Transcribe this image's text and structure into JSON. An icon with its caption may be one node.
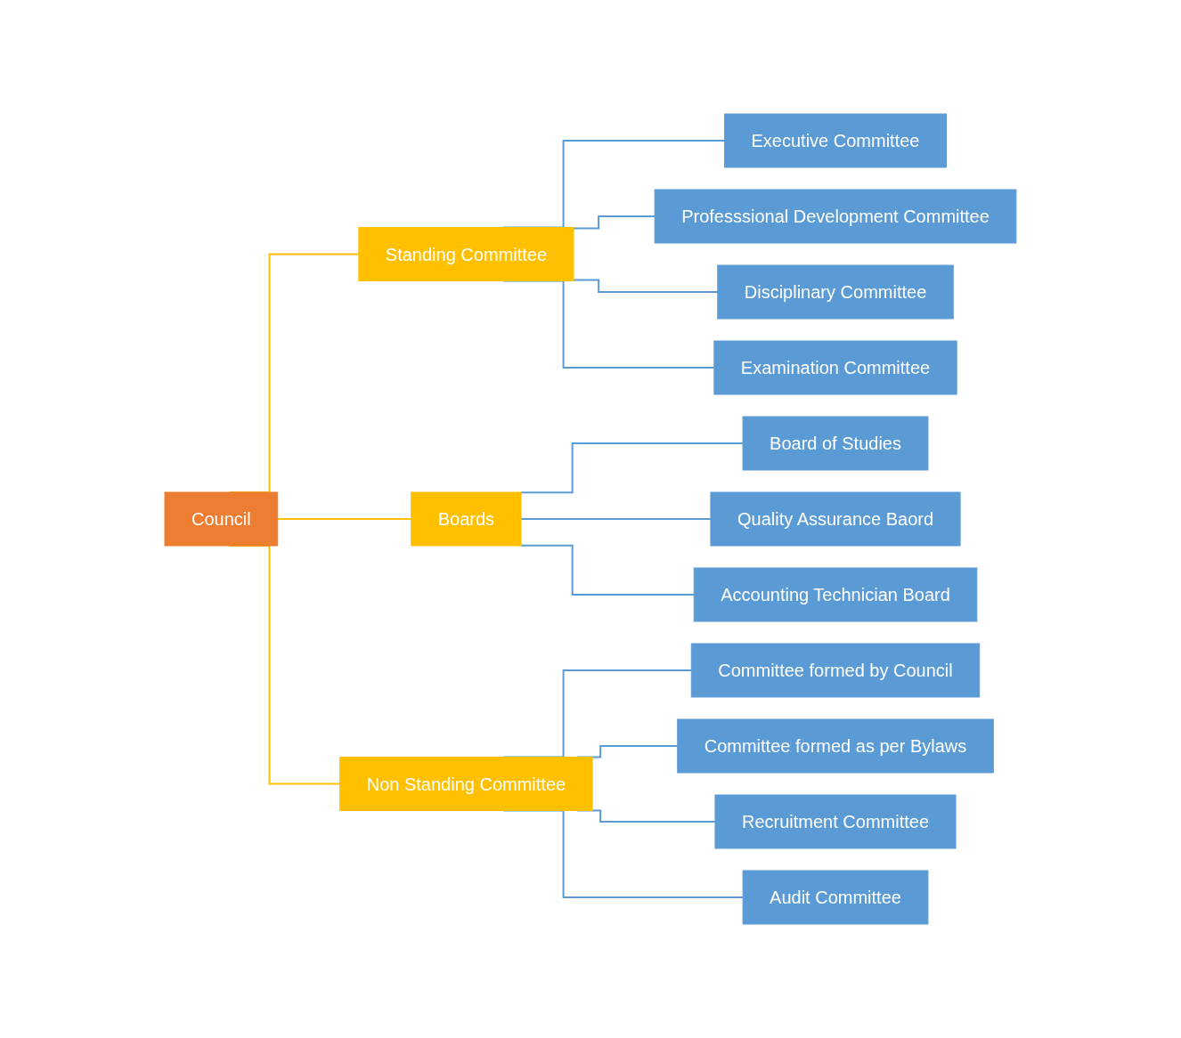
{
  "diagram": {
    "nodes": [
      {
        "text": [
          "Council"
        ]
      },
      {
        "text": [
          "Standing Committee"
        ]
      },
      {
        "text": [
          "Boards"
        ]
      },
      {
        "text": [
          "Non Standing Committee"
        ]
      },
      {
        "text": [
          "Executive Committee"
        ]
      },
      {
        "text": [
          "Professsional Development Committee"
        ]
      },
      {
        "text": [
          "Disciplinary Committee"
        ]
      },
      {
        "text": [
          "Examination Committee"
        ]
      },
      {
        "text": [
          "Board of Studies"
        ]
      },
      {
        "text": [
          "Quality Assurance Baord"
        ]
      },
      {
        "text": [
          "Accounting Technician Board"
        ]
      },
      {
        "text": [
          "Committee formed by Council"
        ]
      },
      {
        "text": [
          "Committee formed as per Bylaws"
        ]
      },
      {
        "text": [
          "Recruitment Committee"
        ]
      },
      {
        "text": [
          "Audit Committee"
        ]
      }
    ],
    "edges": [
      {
        "from": 0,
        "to": 1,
        "arrow": "none",
        "color": "#ffc000"
      },
      {
        "from": 0,
        "to": 2,
        "arrow": "none",
        "color": "#ffc000"
      },
      {
        "from": 0,
        "to": 3,
        "arrow": "none",
        "color": "#ffc000"
      },
      {
        "from": 1,
        "to": 4,
        "arrow": "none"
      },
      {
        "from": 1,
        "to": 5,
        "arrow": "none"
      },
      {
        "from": 1,
        "to": 6,
        "arrow": "none"
      },
      {
        "from": 1,
        "to": 7,
        "arrow": "none"
      },
      {
        "from": 2,
        "to": 8,
        "arrow": "none"
      },
      {
        "from": 2,
        "to": 9,
        "arrow": "none"
      },
      {
        "from": 2,
        "to": 10,
        "arrow": "none"
      },
      {
        "from": 3,
        "to": 11,
        "arrow": "none"
      },
      {
        "from": 3,
        "to": 12,
        "arrow": "none"
      },
      {
        "from": 3,
        "to": 13,
        "arrow": "none"
      },
      {
        "from": 3,
        "to": 14,
        "arrow": "none"
      }
    ]
  }
}
